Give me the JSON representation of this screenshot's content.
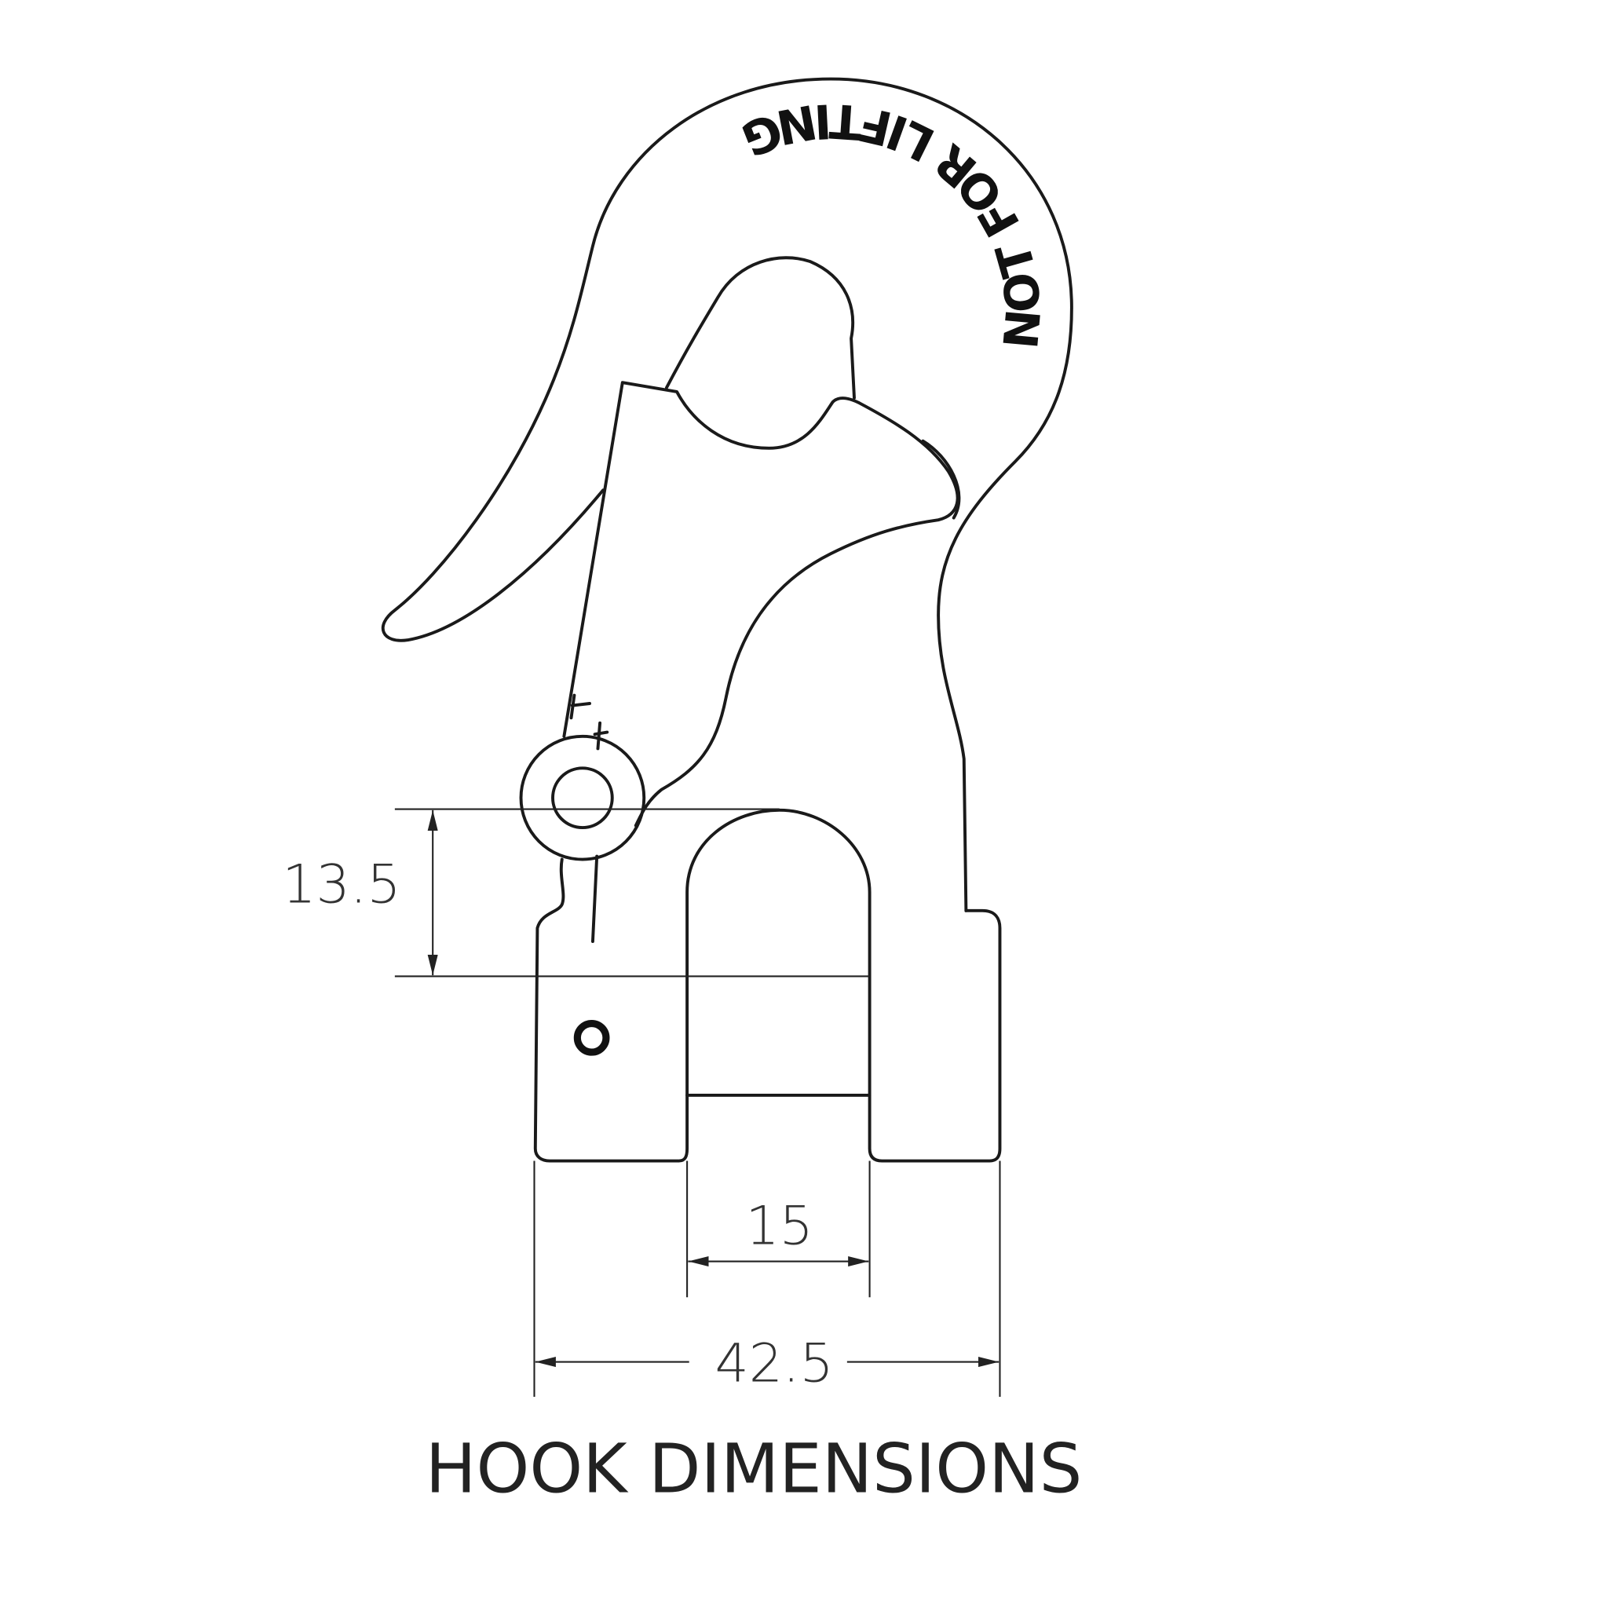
{
  "drawing": {
    "title": "HOOK DIMENSIONS",
    "engraving": "NOT FOR LIFTING",
    "dimensions": {
      "throat_height": "13.5",
      "slot_width": "15",
      "overall_width": "42.5"
    },
    "line_color": "#1a1a1a",
    "background": "#ffffff"
  }
}
